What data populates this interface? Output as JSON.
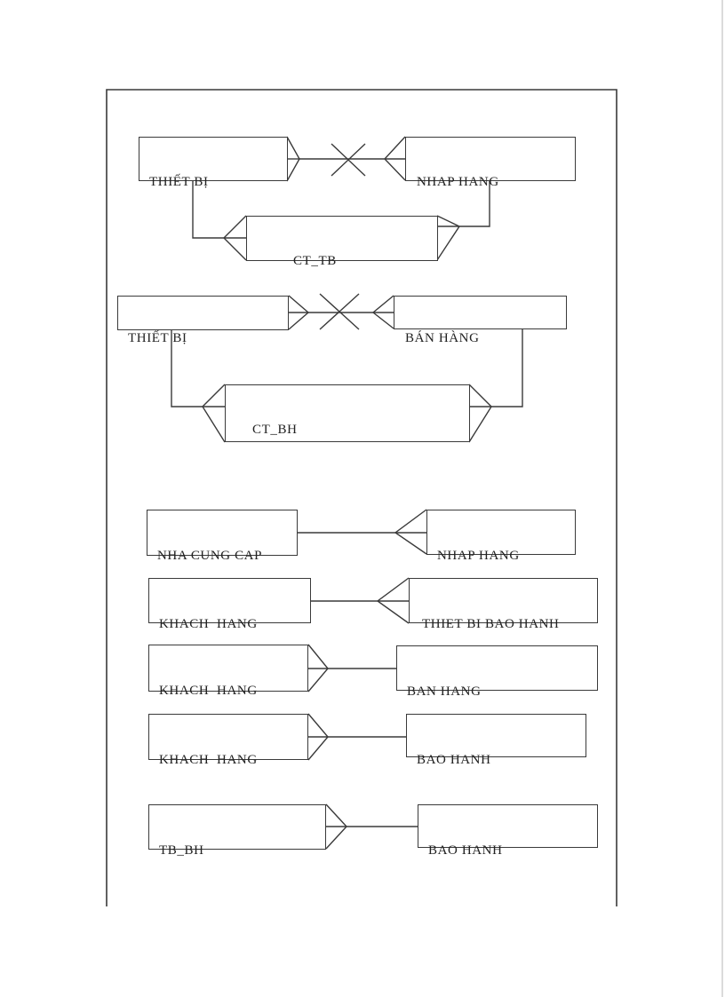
{
  "colors": {
    "line": "#3a3a3a",
    "text": "#222222",
    "background": "#ffffff",
    "page_edge": "#cfcfcf"
  },
  "diagram": {
    "section1": {
      "left_entity": "THIẾT BỊ",
      "right_entity": "NHAP HANG",
      "relation": "CT_TB"
    },
    "section2": {
      "left_entity": "THIẾT BỊ",
      "right_entity": "BÁN HÀNG",
      "relation": "CT_BH"
    },
    "pairs": [
      {
        "left": "NHA CUNG CAP",
        "right": "NHAP HANG"
      },
      {
        "left": "KHACH  HANG",
        "right": "THIET BI BAO HANH"
      },
      {
        "left": "KHACH  HANG",
        "right": "BAN HANG"
      },
      {
        "left": "KHACH  HANG",
        "right": "BAO HANH"
      },
      {
        "left": "TB_BH",
        "right": "BAO HANH"
      }
    ]
  }
}
